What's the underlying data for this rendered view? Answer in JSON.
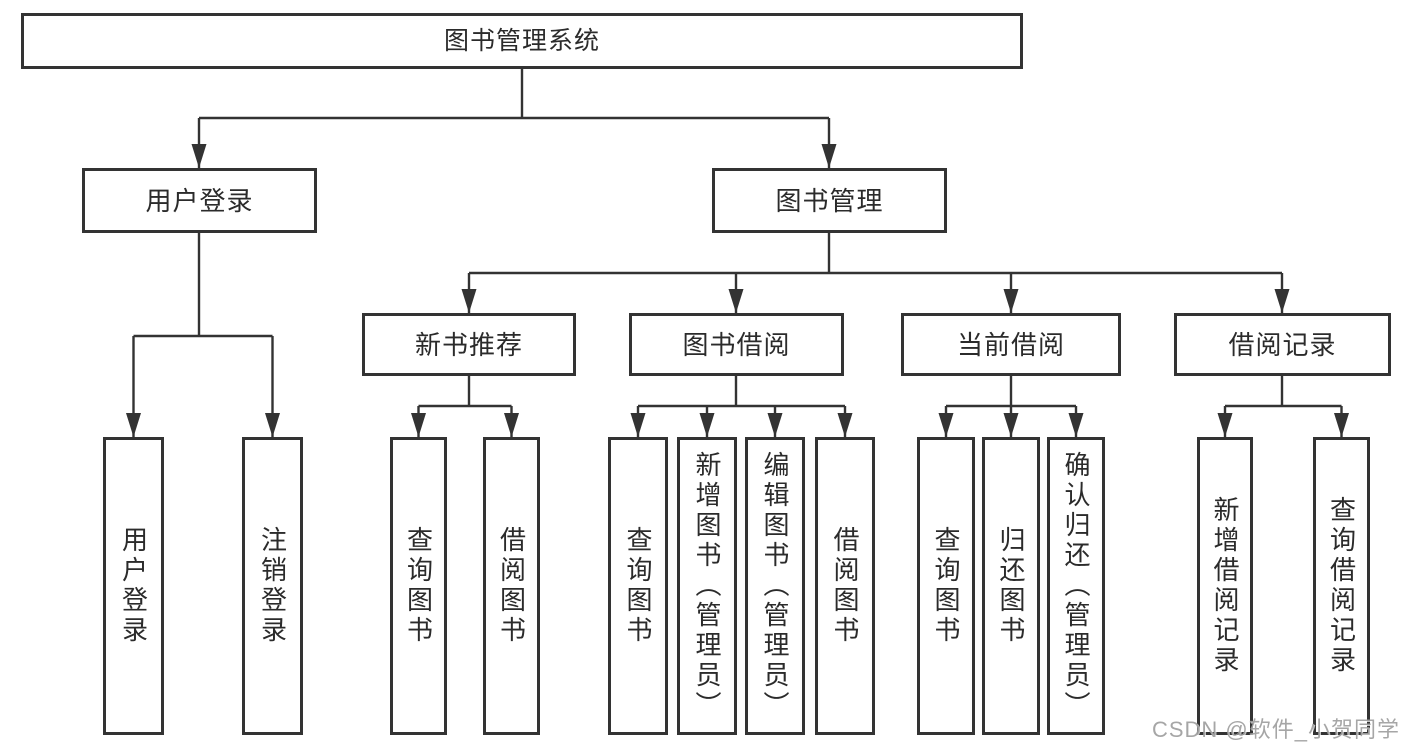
{
  "colors": {
    "background": "#ffffff",
    "line": "#333333",
    "box_border": "#333333",
    "text": "#2b2b2b",
    "watermark": "#9e9e9e"
  },
  "tree": {
    "root": {
      "label": "图书管理系统"
    },
    "branches": [
      {
        "label": "用户登录",
        "children": [
          {
            "label": "用户登录"
          },
          {
            "label": "注销登录"
          }
        ]
      },
      {
        "label": "图书管理",
        "sections": [
          {
            "label": "新书推荐",
            "children": [
              {
                "label": "查询图书"
              },
              {
                "label": "借阅图书"
              }
            ]
          },
          {
            "label": "图书借阅",
            "children": [
              {
                "label": "查询图书"
              },
              {
                "label": "新增图书（管理员）"
              },
              {
                "label": "编辑图书（管理员）"
              },
              {
                "label": "借阅图书"
              }
            ]
          },
          {
            "label": "当前借阅",
            "children": [
              {
                "label": "查询图书"
              },
              {
                "label": "归还图书"
              },
              {
                "label": "确认归还（管理员）"
              }
            ]
          },
          {
            "label": "借阅记录",
            "children": [
              {
                "label": "新增借阅记录"
              },
              {
                "label": "查询借阅记录"
              }
            ]
          }
        ]
      }
    ]
  },
  "watermark": {
    "text": "CSDN @软件_小贺同学"
  }
}
